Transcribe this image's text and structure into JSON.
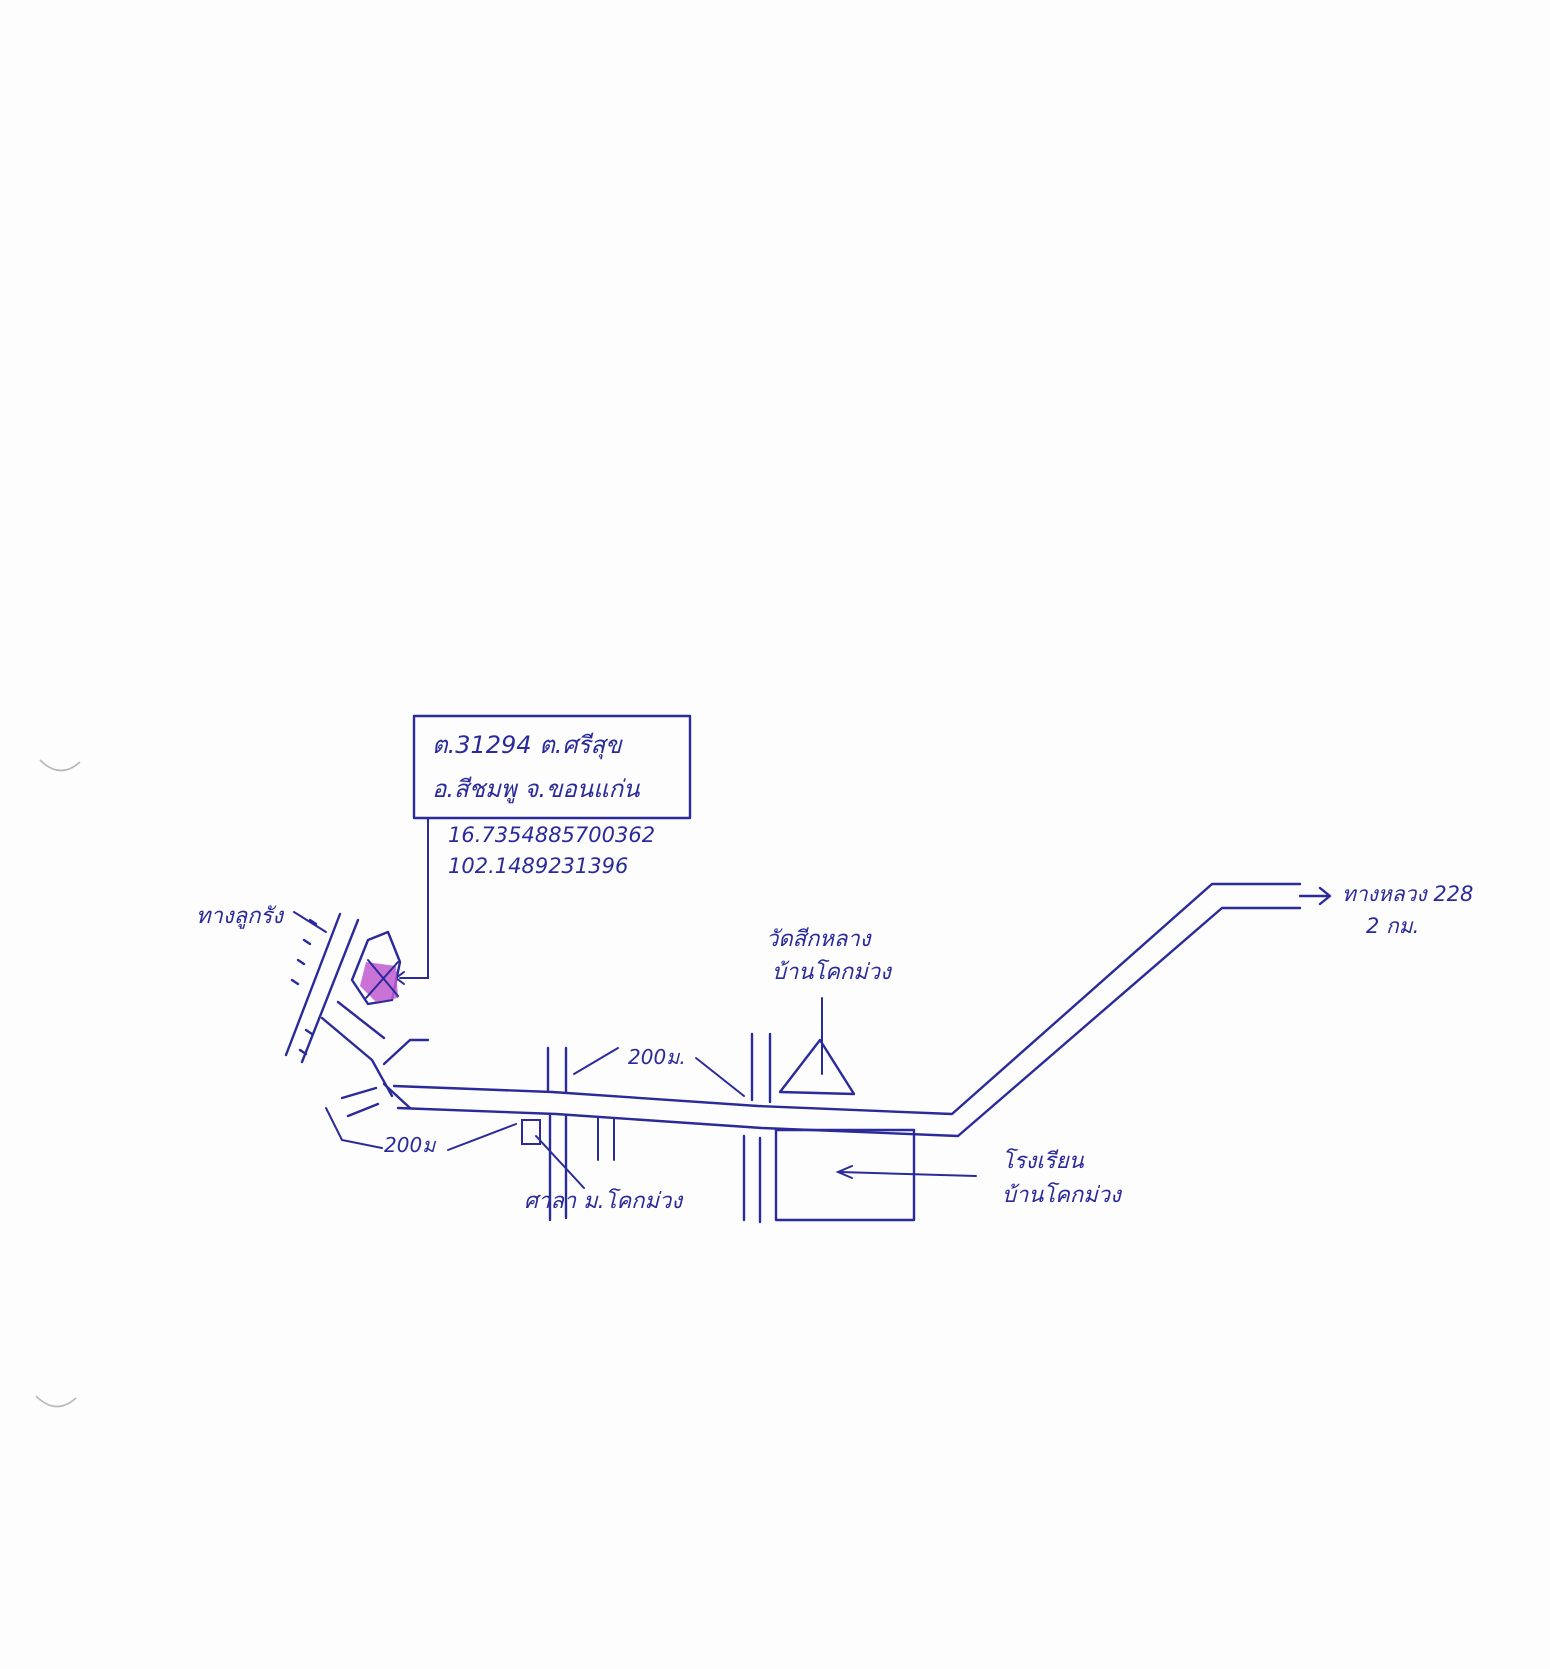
{
  "address": {
    "line1": "ต.31294 ต.ศรีสุข",
    "line2": "อ.สีชมพู จ.ขอนแก่น"
  },
  "coordinates": {
    "lat": "16.7354885700362",
    "lon": "102.1489231396"
  },
  "labels": {
    "railway": "ทางลูกรัง",
    "temple_line1": "วัดสีกหลาง",
    "temple_line2": "บ้านโคกม่วง",
    "school_line1": "โรงเรียน",
    "school_line2": "บ้านโคกม่วง",
    "highway_line1": "ทางหลวง 228",
    "highway_line2": "2 กม.",
    "pavilion": "ศาลา ม.โคกม่วง",
    "dist_left": "200ม",
    "dist_mid": "200ม."
  },
  "colors": {
    "ink": "#2a2a9a",
    "marker": "#c05ad0",
    "paper": "#fdfdfd"
  }
}
